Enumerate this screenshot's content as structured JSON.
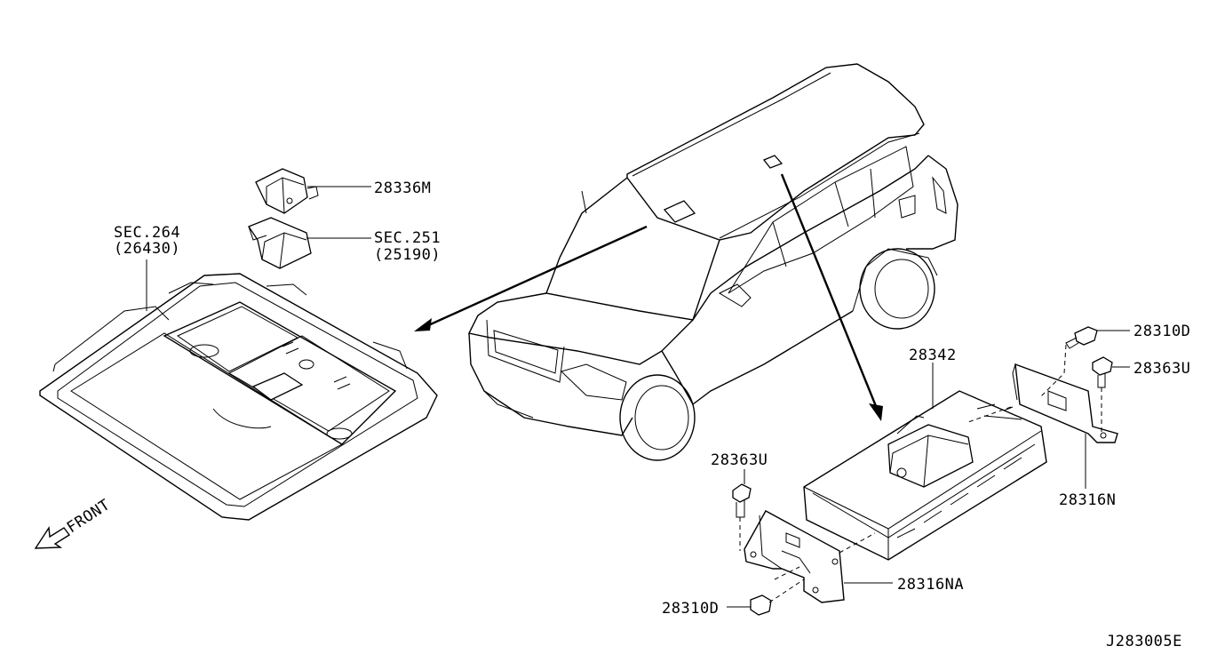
{
  "labels": {
    "part_28336M": "28336M",
    "sec251_a": "SEC.251",
    "sec251_b": "(25190)",
    "sec264_a": "SEC.264",
    "sec264_b": "(26430)",
    "front": "FRONT",
    "part_28310D_top": "28310D",
    "part_28363U_right": "28363U",
    "part_28342": "28342",
    "part_28316N": "28316N",
    "part_28363U_left": "28363U",
    "part_28316NA": "28316NA",
    "part_28310D_bottom": "28310D",
    "diagram_id": "J283005E"
  }
}
